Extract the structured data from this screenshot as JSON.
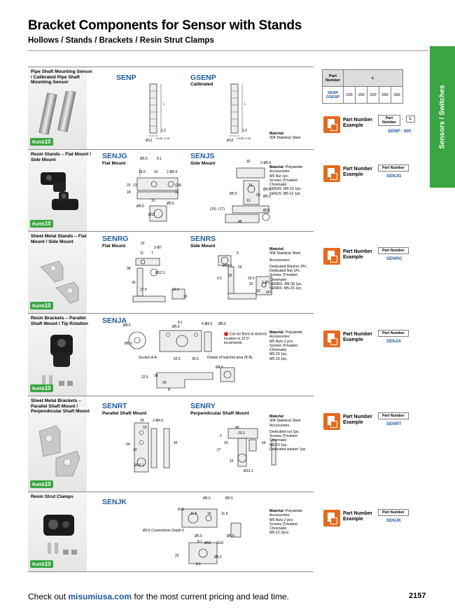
{
  "header": {
    "title": "Bracket Components for Sensor with Stands",
    "subtitle": "Hollows / Stands / Brackets / Resin Strut Clamps"
  },
  "side_tab": "Sensors / Switches",
  "rohs": {
    "a": "RoHS",
    "b": "10"
  },
  "part_table": {
    "h_part": "Part",
    "h_number": "Number",
    "h_L": "L",
    "codes": [
      "SENP",
      "GSENP"
    ],
    "values": [
      "100",
      "150",
      "200",
      "250",
      "300"
    ]
  },
  "pn_label": {
    "l1": "Part Number",
    "l2": "Example"
  },
  "pn_box": "Part Number",
  "pn_first": {
    "part": "Part",
    "number": "Number",
    "dash": "-",
    "L": "L",
    "example": "SENP  -  300"
  },
  "sections": [
    {
      "title": "Pipe Shaft Mounting Sensor / Calibrated Pipe Shaft Mounting Sensor",
      "products": [
        {
          "code": "SENP",
          "sub": ""
        },
        {
          "code": "GSENP",
          "sub": "Calibrated"
        }
      ],
      "dims": [
        "L",
        "1.0",
        "Ø12",
        "+0.05 -0.15",
        "L",
        "1.0",
        "Ø12",
        "+0.05 -0.15"
      ],
      "material_label": "Material:",
      "notes": [
        "304 Stainless Steel"
      ],
      "example": ""
    },
    {
      "title": "Resin Stands – Flat Mount / Side Mount",
      "products": [
        {
          "code": "SENJG",
          "sub": "Flat Mount"
        },
        {
          "code": "SENJS",
          "sub": "Side Mount"
        }
      ],
      "dims": [
        "Ø5.5",
        "8.1",
        "16.5",
        "10",
        "2-Ø6.6",
        "20",
        "13",
        "18",
        "(24)",
        "13",
        "Ø9.5",
        "10",
        "Ø5.5",
        "Ø12",
        "32",
        "2-Ø6.6",
        "Ø5.5",
        "15",
        "Ø9.5",
        "(5)",
        "Ø5.5",
        "13",
        "(24)",
        "(17)",
        "Ø12",
        "46"
      ],
      "material_label": "Material:",
      "notes": [
        "Polyamide",
        "Accessories:",
        "M5 Nut 1pc.",
        "Screws (Trivalent Chromate)",
        "SENJG: M5-15 1pc.",
        "SENJS: M5-12 1pc."
      ],
      "example": "SENJG"
    },
    {
      "title": "Sheet Metal Stands – Flat Mount / Side Mount",
      "products": [
        {
          "code": "SENRG",
          "sub": "Flat Mount"
        },
        {
          "code": "SENRS",
          "sub": "Side Mount"
        }
      ],
      "dims": [
        "22",
        "2-Ø7",
        "11",
        "7",
        "Ø12.1",
        "38",
        "26",
        "17.5",
        "31.5",
        "20",
        "5",
        "Ø12.1",
        "25",
        "26",
        "6.5",
        "29.5",
        "2-Ø7",
        "20",
        "10",
        "(47)"
      ],
      "material_label": "Material:",
      "notes": [
        "304 Stainless Steel",
        "Accessories:",
        "Dedicated Washer 1Pc.",
        "Dedicated Nut 1Pc.",
        "Screws (Trivalent Chromate)",
        "SENRG: M5-30 1pc.",
        "SENRS: M5-25 1pc."
      ],
      "example": "SENRG"
    },
    {
      "title": "Resin Brackets – Parallel Shaft Mount / Tip Rotation",
      "products": [
        {
          "code": "SENJA",
          "sub": ""
        }
      ],
      "dims": [
        "Ø9.5",
        "Ø5.5",
        "8.1",
        "4-Ø4.5",
        "Ø5.5",
        "Ø5.5",
        "Section A-A",
        "52.5",
        "35.5",
        "Details of hatched area (B-B)",
        "Ø4.5",
        "22.5",
        "20",
        "28",
        "B"
      ],
      "annotation": "Can be fixed at desired location in 22.5° increments.",
      "material_label": "Material:",
      "notes": [
        "Polyamide",
        "Accessories:",
        "M5 Nuts 2 pcs.",
        "Screws (Trivalent Chromate)",
        "M5-20 1pc.",
        "M5-15 1pc."
      ],
      "example": "SENJA"
    },
    {
      "title": "Sheet Metal Brackets – Parallel Shaft Mount / Perpendicular Shaft Mount",
      "products": [
        {
          "code": "SENRT",
          "sub": "Parallel Shaft Mount"
        },
        {
          "code": "SENRY",
          "sub": "Perpendicular Shaft Mount"
        }
      ],
      "dims": [
        "28",
        "2-Ø4.0",
        "15",
        "64",
        "30",
        "46",
        "Ø12.1",
        "40",
        "23.2",
        "2",
        "20",
        "27",
        "44",
        "Ø12.1",
        "15"
      ],
      "material_label": "Material:",
      "notes": [
        "304 Stainless Steel",
        "Accessories:",
        "Dedicated nut 1pc.",
        "Screws (Trivalent Chromate)",
        "M5-23 1pc.",
        "Dedicated washer 1pc."
      ],
      "example": "SENRT"
    },
    {
      "title": "Resin Strut Clamps",
      "products": [
        {
          "code": "SENJK",
          "sub": ""
        }
      ],
      "dims": [
        "Ø5.5",
        "Ø9.5",
        "R10",
        "11.5",
        "15",
        "11.5",
        "Ø9.5 Counterbore Depth 6",
        "Ø5.5",
        "8.1",
        "Ø5.5",
        "Ø12",
        "R10",
        "20",
        "Ø5.5",
        "8.1"
      ],
      "material_label": "Material:",
      "notes": [
        "Polyamide",
        "Accessories:",
        "M5 Nuts 2 pcs.",
        "Screws (Trivalent Chromate)",
        "M5-12 2pcs."
      ],
      "example": "SENJK"
    }
  ],
  "footer": {
    "pre": "Check out ",
    "link": "misumiusa.com",
    "post": " for the most current pricing and lead time.",
    "page": "2157"
  }
}
